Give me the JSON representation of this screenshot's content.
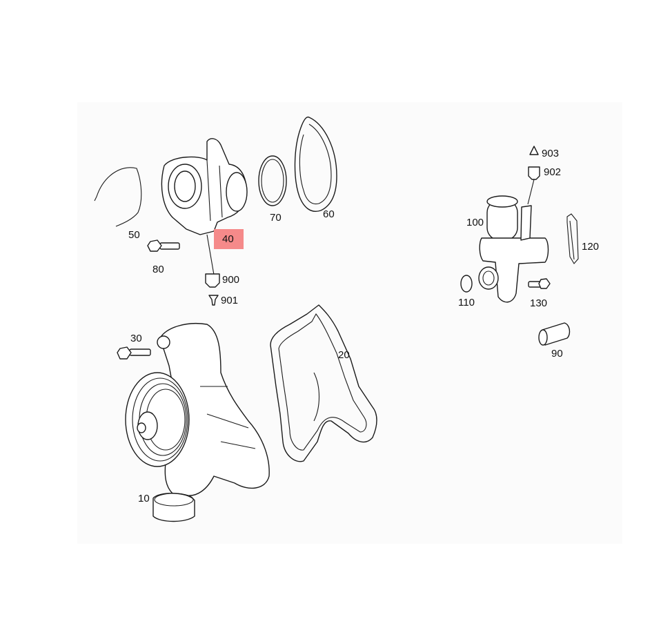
{
  "diagram": {
    "highlight_color": "#f58a8a",
    "callouts": [
      {
        "id": "50",
        "text": "50"
      },
      {
        "id": "40",
        "text": "40",
        "highlighted": true
      },
      {
        "id": "80",
        "text": "80"
      },
      {
        "id": "70",
        "text": "70"
      },
      {
        "id": "60",
        "text": "60"
      },
      {
        "id": "900",
        "text": "900"
      },
      {
        "id": "901",
        "text": "901"
      },
      {
        "id": "903",
        "text": "903"
      },
      {
        "id": "902",
        "text": "902"
      },
      {
        "id": "100",
        "text": "100"
      },
      {
        "id": "120",
        "text": "120"
      },
      {
        "id": "110",
        "text": "110"
      },
      {
        "id": "130",
        "text": "130"
      },
      {
        "id": "90",
        "text": "90"
      },
      {
        "id": "30",
        "text": "30"
      },
      {
        "id": "20",
        "text": "20"
      },
      {
        "id": "10",
        "text": "10"
      }
    ]
  }
}
